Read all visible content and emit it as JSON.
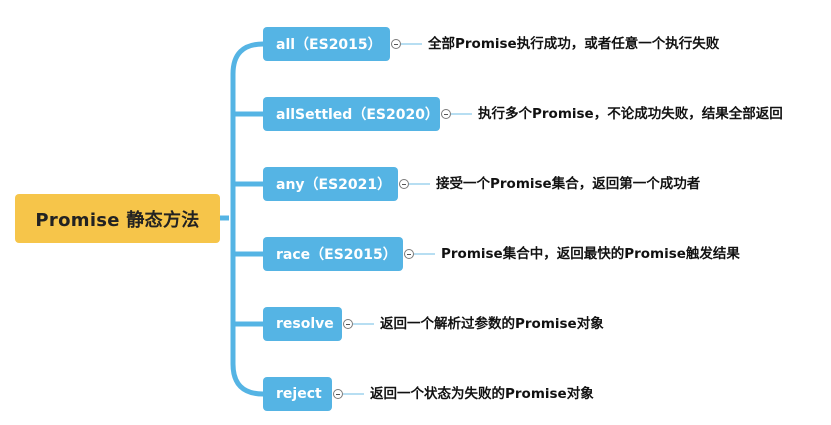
{
  "root": {
    "label": "Promise 静态方法"
  },
  "methods": [
    {
      "label": "all（ES2015）",
      "description": "全部Promise执行成功，或者任意一个执行失败"
    },
    {
      "label": "allSettled（ES2020）",
      "description": "执行多个Promise，不论成功失败，结果全部返回"
    },
    {
      "label": "any（ES2021）",
      "description": "接受一个Promise集合，返回第一个成功者"
    },
    {
      "label": "race（ES2015）",
      "description": "Promise集合中，返回最快的Promise触发结果"
    },
    {
      "label": "resolve",
      "description": "返回一个解析过参数的Promise对象"
    },
    {
      "label": "reject",
      "description": "返回一个状态为失败的Promise对象"
    }
  ],
  "colors": {
    "root_fill": "#f6c54a",
    "branch_fill": "#55b4e4",
    "connector": "#55b4e4",
    "leaf_line": "#9fd3ee"
  }
}
